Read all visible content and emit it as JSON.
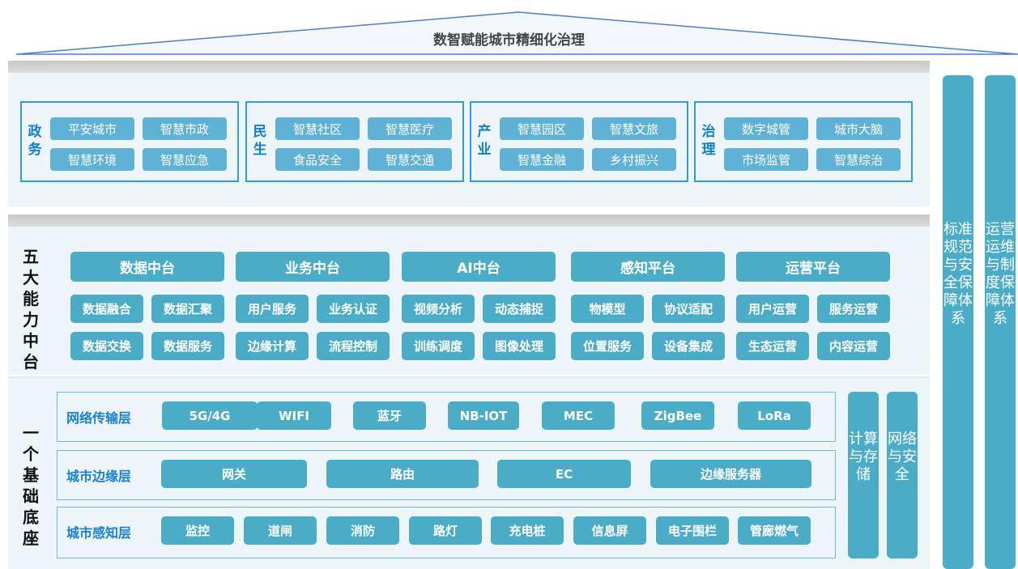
{
  "title": "数智赋能城市精细化治理",
  "apps": [
    {
      "label": "政务",
      "items": [
        "平安城市",
        "智慧市政",
        "智慧环境",
        "智慧应急"
      ]
    },
    {
      "label": "民生",
      "items": [
        "智慧社区",
        "智慧医疗",
        "食品安全",
        "智慧交通"
      ]
    },
    {
      "label": "产业",
      "items": [
        "智慧园区",
        "智慧文旅",
        "智慧金融",
        "乡村振兴"
      ]
    },
    {
      "label": "治理",
      "items": [
        "数字城管",
        "城市大脑",
        "市场监管",
        "智慧综治"
      ]
    }
  ],
  "middle": {
    "label": "五大能力中台",
    "platforms": [
      {
        "name": "数据中台",
        "items": [
          "数据融合",
          "数据汇聚",
          "数据交换",
          "数据服务"
        ]
      },
      {
        "name": "业务中台",
        "items": [
          "用户服务",
          "业务认证",
          "边缘计算",
          "流程控制"
        ]
      },
      {
        "name": "AI中台",
        "items": [
          "视频分析",
          "动态捕捉",
          "训练调度",
          "图像处理"
        ]
      },
      {
        "name": "感知平台",
        "items": [
          "物模型",
          "协议适配",
          "位置服务",
          "设备集成"
        ]
      },
      {
        "name": "运营平台",
        "items": [
          "用户运营",
          "服务运营",
          "生态运营",
          "内容运营"
        ]
      }
    ]
  },
  "base": {
    "label": "一个基础底座",
    "layers": [
      {
        "name": "网络传输层",
        "items": [
          "5G/4G",
          "WIFI",
          "蓝牙",
          "NB-IOT",
          "MEC",
          "ZigBee",
          "LoRa"
        ]
      },
      {
        "name": "城市边缘层",
        "items": [
          "网关",
          "路由",
          "EC",
          "边缘服务器"
        ]
      },
      {
        "name": "城市感知层",
        "items": [
          "监控",
          "道闸",
          "消防",
          "路灯",
          "充电桩",
          "信息屏",
          "电子围栏",
          "管廊燃气"
        ]
      }
    ],
    "side": [
      "计算与存储",
      "网络与安全"
    ]
  },
  "pillars": [
    "标准规范与安全保障体系",
    "运营运维与制度保障体系"
  ]
}
